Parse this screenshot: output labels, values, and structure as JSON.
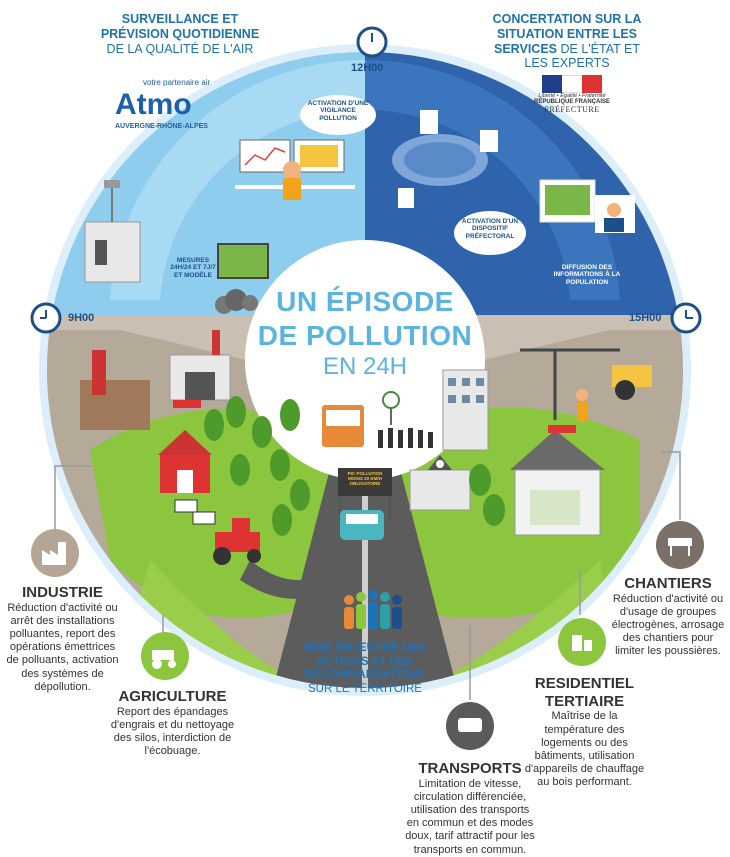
{
  "header_left": {
    "bold": "SURVEILLANCE ET PRÉVISION QUOTIDIENNE",
    "normal": "DE LA QUALITÉ DE L'AIR"
  },
  "header_right": {
    "bold": "CONCERTATION SUR LA SITUATION ENTRE LES SERVICES",
    "normal": "DE L'ÉTAT ET LES EXPERTS"
  },
  "atmo": {
    "tagline": "votre partenaire air",
    "name": "Atmo",
    "region": "AUVERGNE-RHÔNE-ALPES"
  },
  "prefecture": {
    "motto": "Liberté • Égalité • Fraternité",
    "republic": "RÉPUBLIQUE FRANÇAISE",
    "label": "PRÉFECTURE"
  },
  "clocks": {
    "noon": "12H00",
    "morning": "9H00",
    "afternoon": "15H00"
  },
  "center": {
    "line1": "UN ÉPISODE",
    "line2": "DE POLLUTION",
    "line3": "EN 24H"
  },
  "small_labels": {
    "vigilance": "ACTIVATION D'UNE VIGILANCE POLLUTION",
    "prefectoral": "ACTIVATION D'UN DISPOSITIF PRÉFECTORAL",
    "mesures": "MESURES 24H/24 ET 7J/7 ET MODÈLE",
    "diffusion": "DIFFUSION DES INFORMATIONS À LA POPULATION",
    "road_sign": "PIC POLLUTION MOINS 20 KM/H OBLIGATOIRE"
  },
  "mise_en_oeuvre": {
    "bold": "MISE EN ŒUVRE DES ACTIONS ET DES RECOMMANDATIONS",
    "normal": "SUR LE TERRITOIRE"
  },
  "sections": {
    "industrie": {
      "title": "INDUSTRIE",
      "body": "Réduction d'activité ou arrêt des installations polluantes, report des opérations émettrices de polluants, activation des systèmes de dépollution."
    },
    "agriculture": {
      "title": "AGRICULTURE",
      "body": "Report des épandages d'engrais et du nettoyage des silos, interdiction de l'écobuage."
    },
    "transports": {
      "title": "TRANSPORTS",
      "body": "Limitation de vitesse, circulation différenciée, utilisation des transports en commun et des modes doux, tarif attractif pour les transports en commun."
    },
    "residentiel": {
      "title": "RESIDENTIEL TERTIAIRE",
      "body": "Maîtrise de la température des logements ou des bâtiments, utilisation d'appareils de chauffage au bois performant."
    },
    "chantiers": {
      "title": "CHANTIERS",
      "body": "Réduction d'activité ou d'usage de groupes électrogènes, arrosage des chantiers pour limiter les poussières."
    }
  },
  "colors": {
    "sky_left": "#8fcdee",
    "sky_right": "#2f63ab",
    "grass": "#8cc63f",
    "ground": "#b8ad9e",
    "title_blue": "#5bb3e0",
    "dark_blue": "#1d4f8a"
  }
}
